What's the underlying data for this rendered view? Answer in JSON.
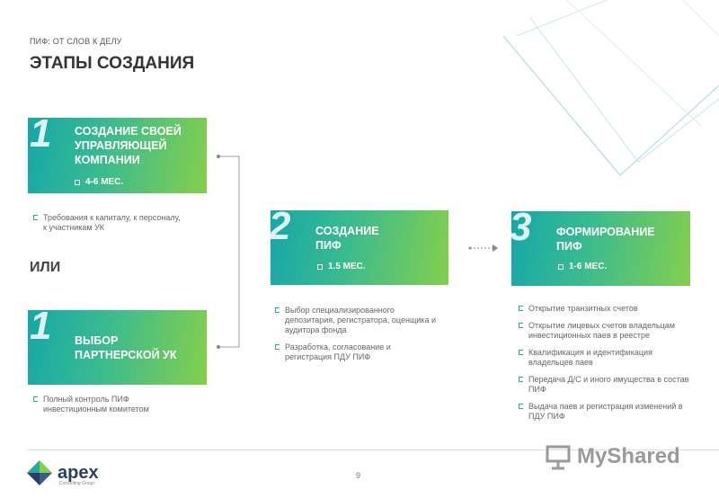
{
  "header": {
    "kicker": "ПИФ: ОТ СЛОВ К ДЕЛУ",
    "title": "ЭТАПЫ СОЗДАНИЯ"
  },
  "stage1a": {
    "num": "1",
    "title": "СОЗДАНИЕ СВОЕЙ УПРАВЛЯЮЩЕЙ КОМПАНИИ",
    "duration": "4-6 МЕС.",
    "notes": [
      "Требования к капиталу, к персоналу, к участникам УК"
    ]
  },
  "or_label": "ИЛИ",
  "stage1b": {
    "num": "1",
    "title": "ВЫБОР ПАРТНЕРСКОЙ УК",
    "notes": [
      "Полный контроль ПИФ инвестиционным комитетом"
    ]
  },
  "stage2": {
    "num": "2",
    "title": "СОЗДАНИЕ ПИФ",
    "duration": "1.5 МЕС.",
    "notes": [
      "Выбор специализированного депозитария, регистратора, оценщика и аудитора фонда",
      "Разработка, согласование и регистрация ПДУ ПИФ"
    ]
  },
  "stage3": {
    "num": "3",
    "title": "ФОРМИРОВАНИЕ ПИФ",
    "duration": "1-6 МЕС.",
    "notes": [
      "Открытие транзитных счетов",
      "Открытие лицевых счетов владельцам инвестиционных паев в реестре",
      "Квалификация и идентификация владельцев паев",
      "Передача Д/С и иного имущества в состав ПИФ",
      "Выдача паев и регистрация изменений в ПДУ ПИФ"
    ]
  },
  "footer": {
    "page_number": "9",
    "logo_text": "apex",
    "logo_sub": "Consulting Group",
    "watermark": "MyShared"
  },
  "colors": {
    "gradient_start": "#15a8a8",
    "gradient_end": "#84cf4c",
    "accent": "#2aa9a3",
    "logo": "#2c3e66"
  }
}
